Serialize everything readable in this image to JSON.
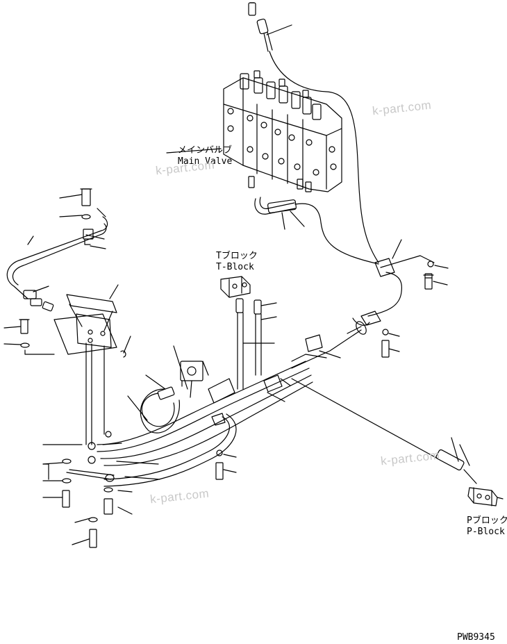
{
  "labels": {
    "main_valve_jp": "メインバルブ",
    "main_valve_en": "Main Valve",
    "t_block_jp": "Tブロック",
    "t_block_en": "T-Block",
    "p_block_jp": "Pブロック",
    "p_block_en": "P-Block",
    "drawing_no": "PWB9345"
  },
  "watermarks": [
    "k-part.com",
    "k-part.com",
    "k-part.com",
    "k-part.com"
  ]
}
